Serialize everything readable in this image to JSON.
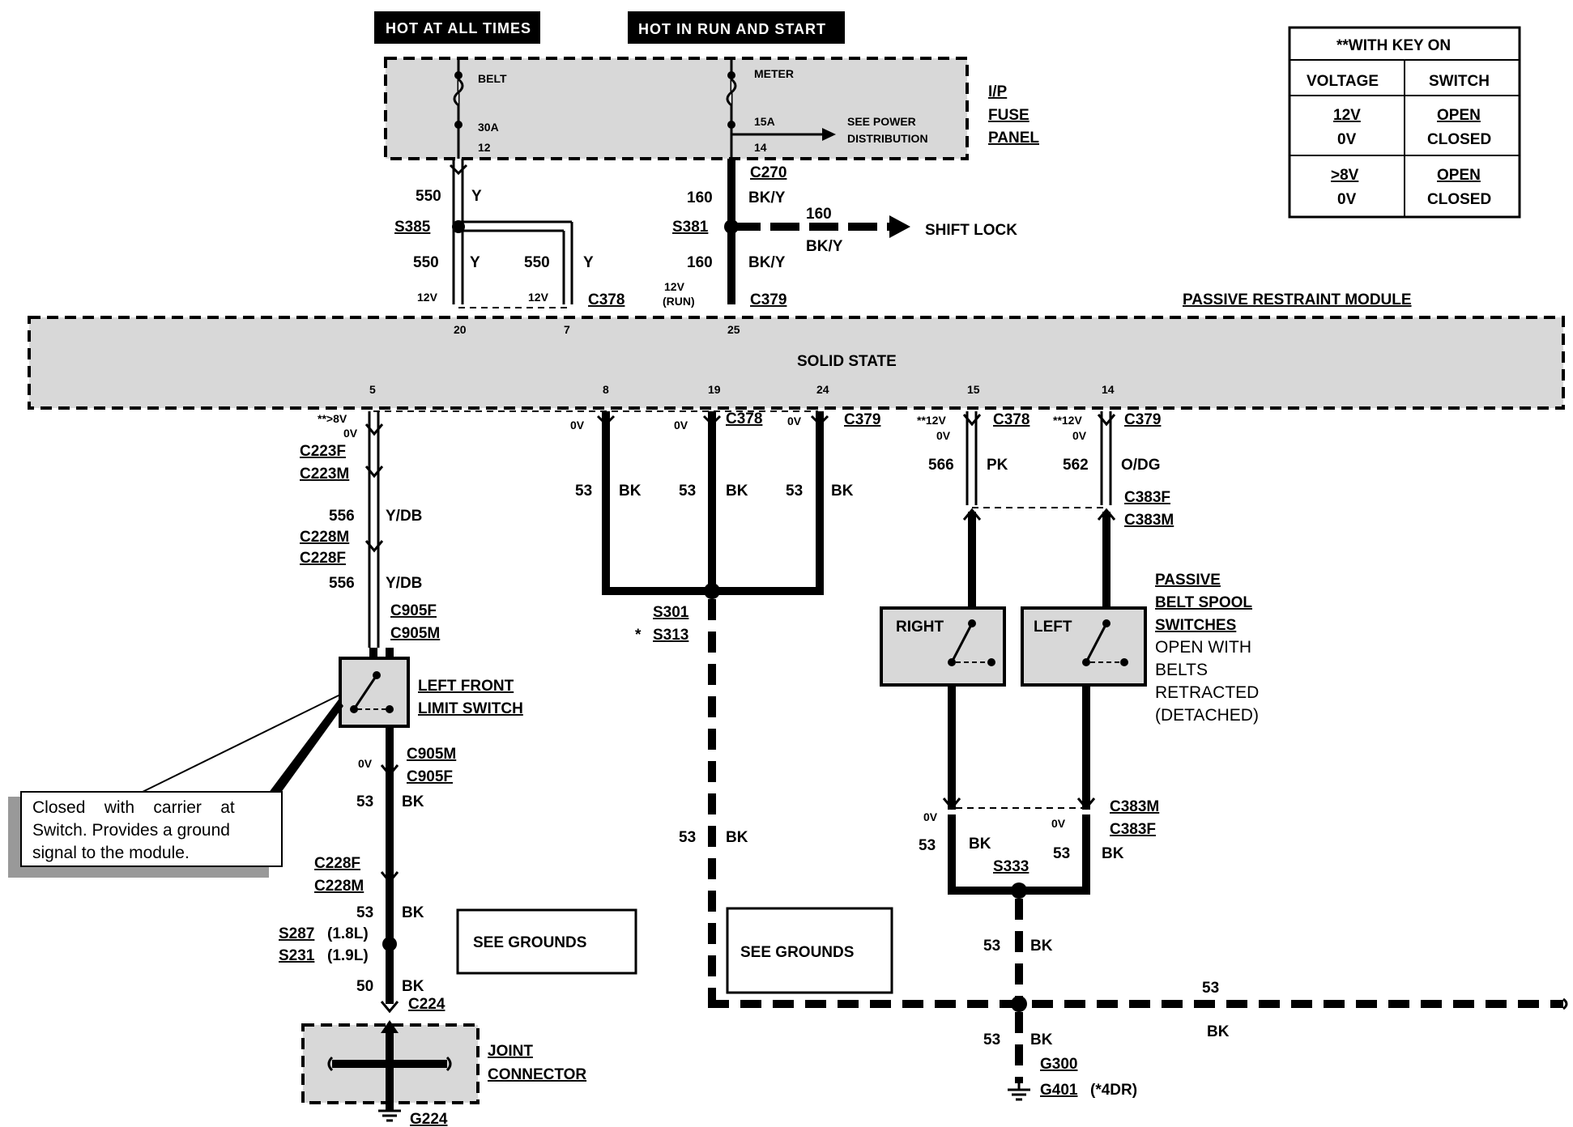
{
  "headers": {
    "hot_at_all_times": "HOT AT ALL TIMES",
    "hot_in_run_start": "HOT IN  RUN  AND  START"
  },
  "fuse_panel": {
    "belt": "BELT",
    "belt_amp": "30A",
    "belt_pin": "12",
    "meter": "METER",
    "meter_amp": "15A",
    "meter_pin": "14",
    "see_power_1": "SEE POWER",
    "see_power_2": "DISTRIBUTION",
    "label_1": "I/P",
    "label_2": "FUSE",
    "label_3": "PANEL"
  },
  "key_table": {
    "title": "**WITH KEY ON",
    "col1": "VOLTAGE",
    "col2": "SWITCH",
    "r1v1": "12V",
    "r1v2": "0V",
    "r1s1": "OPEN",
    "r1s2": "CLOSED",
    "r2v1": ">8V",
    "r2v2": "0V",
    "r2s1": "OPEN",
    "r2s2": "CLOSED"
  },
  "top_wires": {
    "w550": "550",
    "y": "Y",
    "s385": "S385",
    "w160": "160",
    "bky": "BK/Y",
    "c270": "C270",
    "s381": "S381",
    "shift_lock": "SHIFT LOCK",
    "v12": "12V",
    "v12run": "12V",
    "run": "(RUN)",
    "c378": "C378",
    "c379": "C379"
  },
  "module": {
    "name": "PASSIVE RESTRAINT MODULE",
    "inner": "SOLID STATE",
    "pins_top": [
      "20",
      "7",
      "25"
    ],
    "pins_bottom": [
      "5",
      "8",
      "19",
      "24",
      "15",
      "14"
    ]
  },
  "left_circuit": {
    "v8": "**>8V",
    "v0": "0V",
    "c223f": "C223F",
    "c223m": "C223M",
    "w556": "556",
    "ydb": "Y/DB",
    "c228m": "C228M",
    "c228f": "C228F",
    "c905f": "C905F",
    "c905m": "C905M",
    "switch_1": "LEFT FRONT",
    "switch_2": "LIMIT SWITCH",
    "callout_1": "Closed    with    carrier    at",
    "callout_2": "Switch. Provides a ground",
    "callout_3": "signal to the module.",
    "w53": "53",
    "bk": "BK",
    "s287": "S287",
    "s287_note": "(1.8L)",
    "s231": "S231",
    "s231_note": "(1.9L)",
    "w50": "50",
    "c224": "C224",
    "joint_1": "JOINT",
    "joint_2": "CONNECTOR",
    "g224": "G224",
    "see_grounds": "SEE GROUNDS"
  },
  "middle_circuit": {
    "v0": "0V",
    "w53": "53",
    "bk": "BK",
    "c378": "C378",
    "c379": "C379",
    "s301": "S301",
    "s313": "S313",
    "star": "*",
    "see_grounds": "SEE GROUNDS"
  },
  "right_circuit": {
    "v12": "**12V",
    "v0": "0V",
    "c378": "C378",
    "c379": "C379",
    "w566": "566",
    "pk": "PK",
    "w562": "562",
    "odg": "O/DG",
    "c383f": "C383F",
    "c383m": "C383M",
    "right": "RIGHT",
    "left": "LEFT",
    "spool_1": "PASSIVE",
    "spool_2": "BELT SPOOL",
    "spool_3": "SWITCHES",
    "spool_4": "OPEN WITH",
    "spool_5": "BELTS",
    "spool_6": "RETRACTED",
    "spool_7": "(DETACHED)",
    "w53": "53",
    "bk": "BK",
    "s333": "S333",
    "g300": "G300",
    "g401": "G401",
    "g401_note": "(*4DR)"
  }
}
